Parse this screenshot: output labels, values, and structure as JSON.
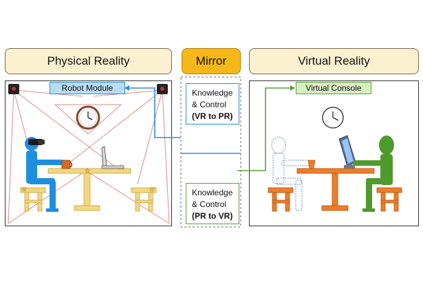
{
  "headers": {
    "physical": "Physical Reality",
    "mirror": "Mirror",
    "virtual": "Virtual Reality"
  },
  "labels": {
    "robot_module": "Robot Module",
    "virtual_console": "Virtual Console"
  },
  "knowledge_vr_to_pr": {
    "line1": "Knowledge",
    "line2": "& Control",
    "line3": "(VR to PR)"
  },
  "knowledge_pr_to_vr": {
    "line1": "Knowledge",
    "line2": "& Control",
    "line3": "(PR to VR)"
  },
  "colors": {
    "header_fill": "#fbf1d1",
    "mirror_fill": "#f6b71a",
    "robot_label_fill": "#b9dcf5",
    "console_label_fill": "#d9edc3",
    "blue_arrow": "#2a8fd6",
    "green_arrow": "#5aa03a",
    "person_blue": "#1e8fe0",
    "person_green": "#4f9a2c",
    "table_yellow": "#f2d680",
    "table_orange": "#ee7d2a",
    "laser_red": "#e08a8a"
  },
  "icons": [
    "camera-icon",
    "wall-clock-icon",
    "vr-headset-icon",
    "laptop-icon",
    "monitor-icon",
    "mug-icon",
    "star-marker-icon"
  ]
}
